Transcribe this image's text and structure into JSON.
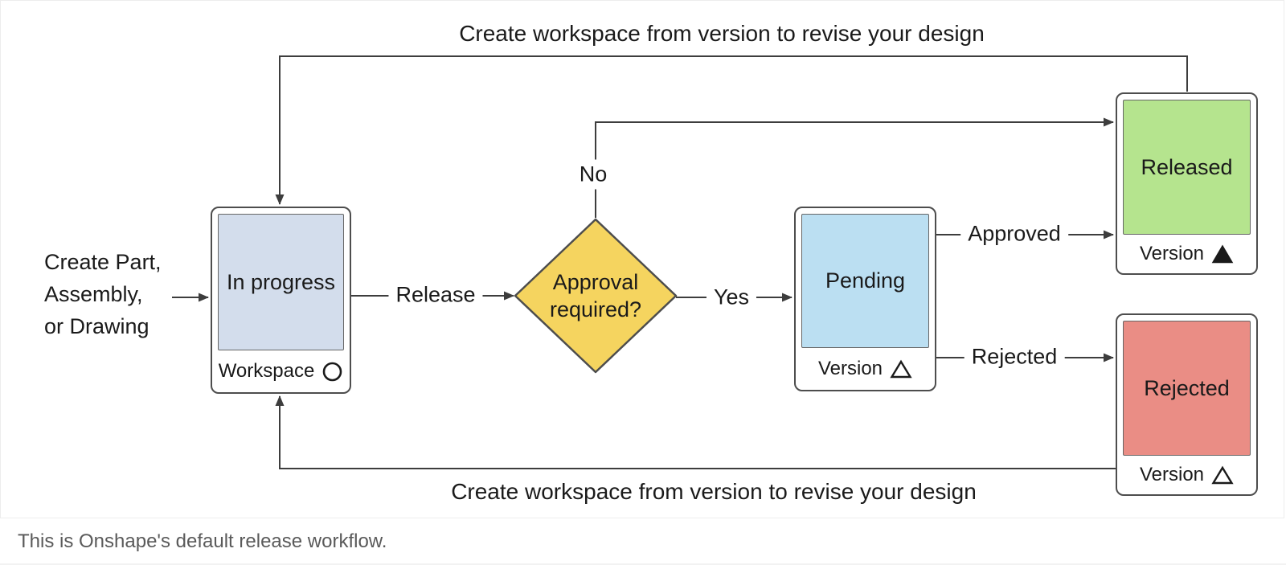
{
  "diagram": {
    "start_text": {
      "line1": "Create Part,",
      "line2": "Assembly,",
      "line3": "or Drawing"
    },
    "top_note": "Create workspace from version to revise your design",
    "bottom_note": "Create workspace from version to revise your design",
    "decision": {
      "line1": "Approval",
      "line2": "required?",
      "fill": "#f5d45f"
    },
    "nodes": {
      "in_progress": {
        "label": "In progress",
        "type_label": "Workspace",
        "icon": "circle-outline",
        "fill": "#d3ddec"
      },
      "pending": {
        "label": "Pending",
        "type_label": "Version",
        "icon": "triangle-outline",
        "fill": "#bbdff2"
      },
      "released": {
        "label": "Released",
        "type_label": "Version",
        "icon": "triangle-filled",
        "fill": "#b5e48e"
      },
      "rejected": {
        "label": "Rejected",
        "type_label": "Version",
        "icon": "triangle-outline",
        "fill": "#ea8d85"
      }
    },
    "edges": {
      "release": "Release",
      "yes": "Yes",
      "no": "No",
      "approved": "Approved",
      "rejected": "Rejected"
    },
    "colors": {
      "line": "#3d3d3d",
      "box_border": "#4d4d4d",
      "inner_border": "#666666",
      "text": "#1a1a1a",
      "caption": "#5a5a5a"
    }
  },
  "caption": "This is Onshape's default release workflow."
}
